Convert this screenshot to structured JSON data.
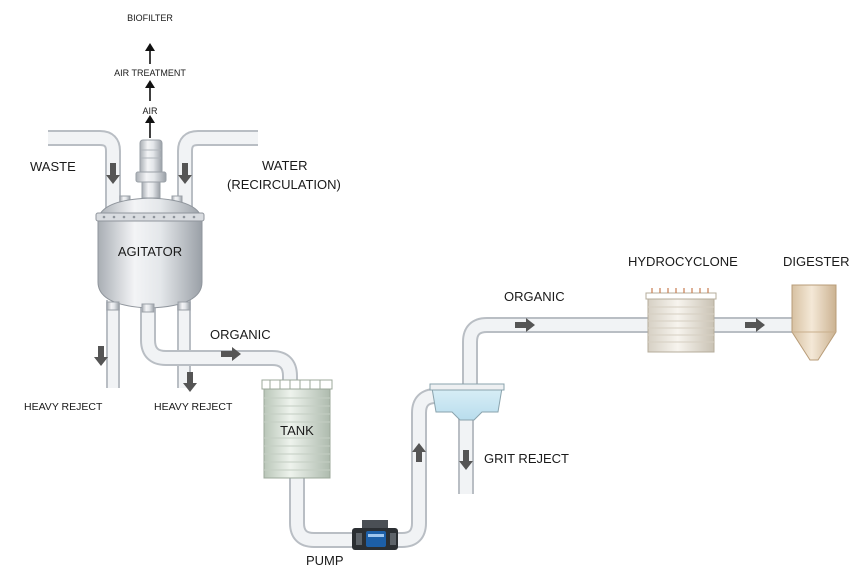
{
  "labels": {
    "biofilter": "BIOFILTER",
    "air_treatment": "AIR TREATMENT",
    "air": "AIR",
    "waste": "WASTE",
    "water_line1": "WATER",
    "water_line2": "(RECIRCULATION)",
    "agitator": "AGITATOR",
    "organic_1": "ORGANIC",
    "heavy_reject_1": "HEAVY REJECT",
    "heavy_reject_2": "HEAVY REJECT",
    "tank": "TANK",
    "pump": "PUMP",
    "grit_reject": "GRIT REJECT",
    "organic_2": "ORGANIC",
    "hydrocyclone": "HYDROCYCLONE",
    "digester": "DIGESTER"
  },
  "colors": {
    "pipe_fill": "#eef0f2",
    "pipe_edge": "#b9bec4",
    "arrow": "#555555",
    "vessel_light": "#f3f4f6",
    "vessel_dark": "#a9aeb4",
    "tank_green": "#dfe8de",
    "water": "#cfe9f3",
    "digester": "#e9d6bd",
    "pump_blue": "#1c5fa8"
  }
}
